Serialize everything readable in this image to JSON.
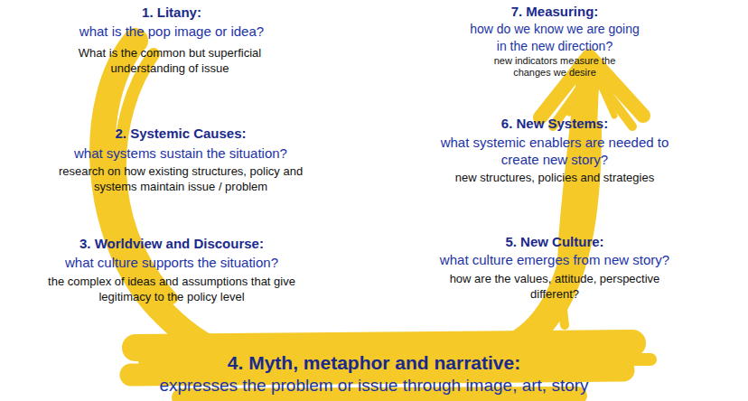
{
  "diagram": {
    "labels": [
      "1. Litany:",
      "what is the pop image or idea?",
      "What is the common but superficial understanding of issue",
      "2. Systemic Causes:",
      "what systems sustain the situation?",
      "research on how existing structures, policy and systems maintain issue / problem",
      "3. Worldview and Discourse:",
      "what culture supports the situation?",
      "the complex of ideas and assumptions that give legitimacy to the policy level",
      "4. Myth, metaphor and narrative:",
      "expresses the problem or issue through image, art, story",
      "5. New Culture:",
      "what culture emerges from new story?",
      "how are the values, attitude, perspective different?",
      "6. New Systems:",
      "what systemic enablers are needed to create new story?",
      "new structures, policies and strategies",
      "7. Measuring:",
      "how do we know we are going in the new direction?",
      "new indicators measure the changes we desire"
    ]
  }
}
